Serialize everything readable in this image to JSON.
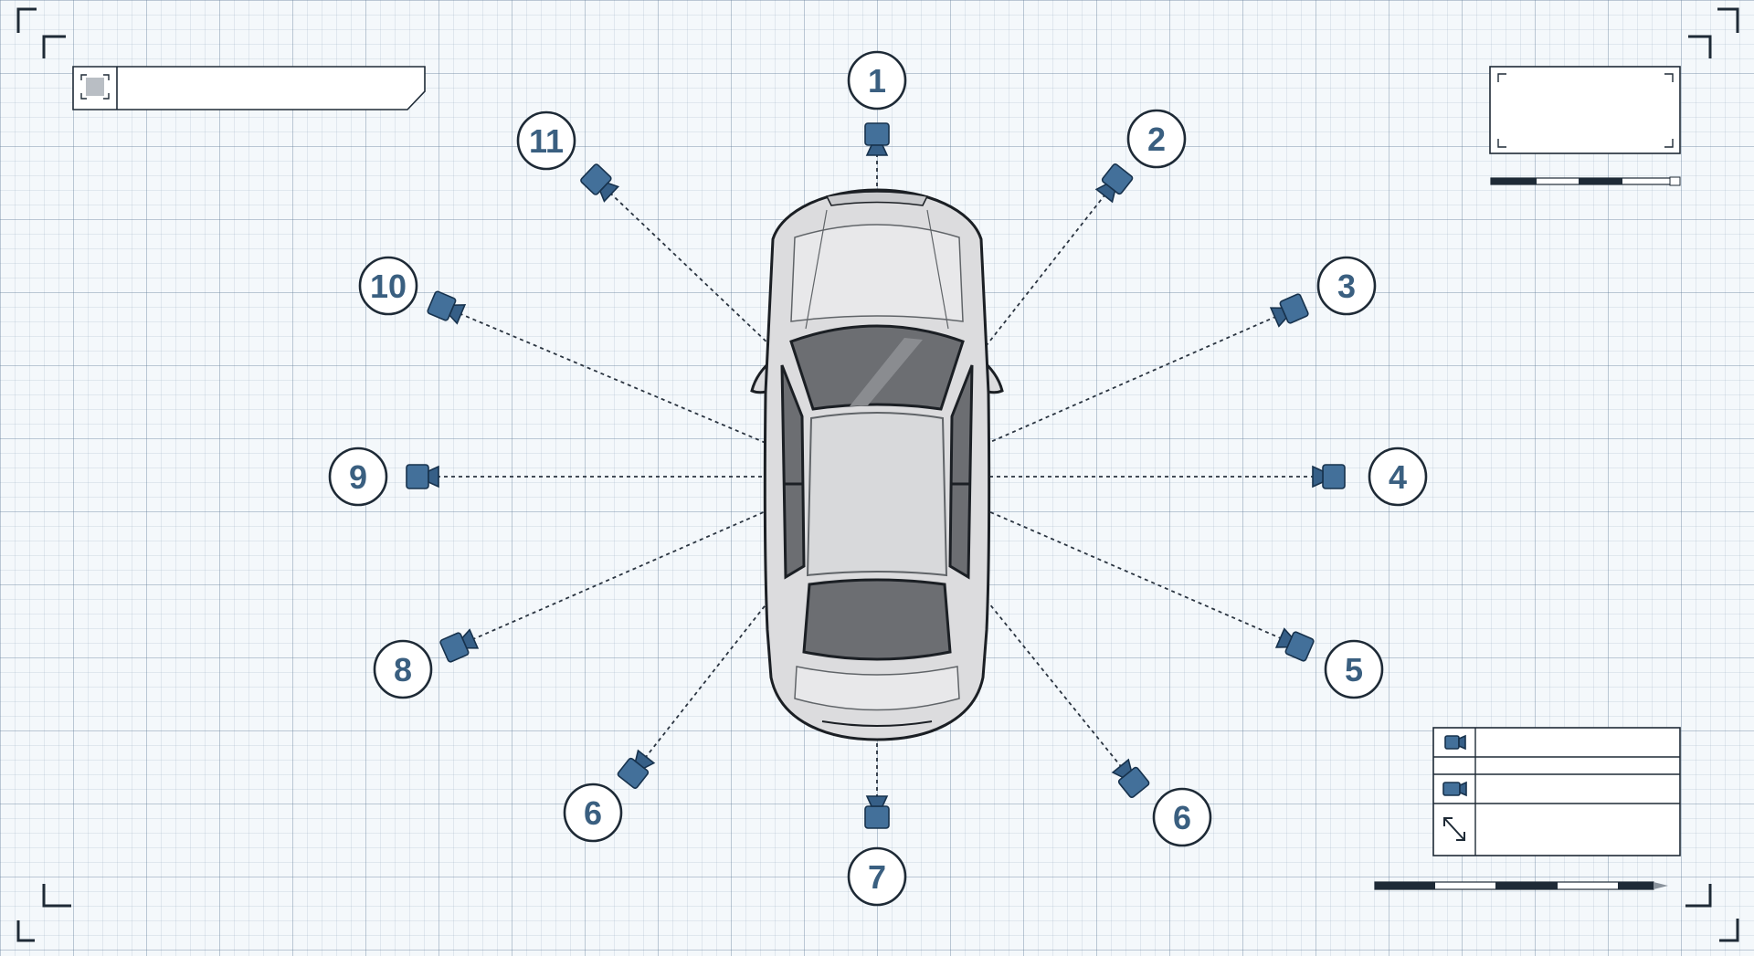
{
  "diagram": {
    "title": "",
    "subject": "car-top-view",
    "colors": {
      "camera": "#43709a",
      "label_text": "#3a5f80",
      "lines": "#2a3440",
      "car_body": "#dcdcde",
      "glass": "#6c6e72"
    },
    "cameras": [
      {
        "label": "1"
      },
      {
        "label": "2"
      },
      {
        "label": "3"
      },
      {
        "label": "4"
      },
      {
        "label": "5"
      },
      {
        "label": "6"
      },
      {
        "label": "7"
      },
      {
        "label": "6"
      },
      {
        "label": "8"
      },
      {
        "label": "9"
      },
      {
        "label": "10"
      },
      {
        "label": "11"
      }
    ],
    "legend_icons": [
      "camera-front-icon",
      "camera-side-icon",
      "expand-arrows-icon"
    ]
  }
}
